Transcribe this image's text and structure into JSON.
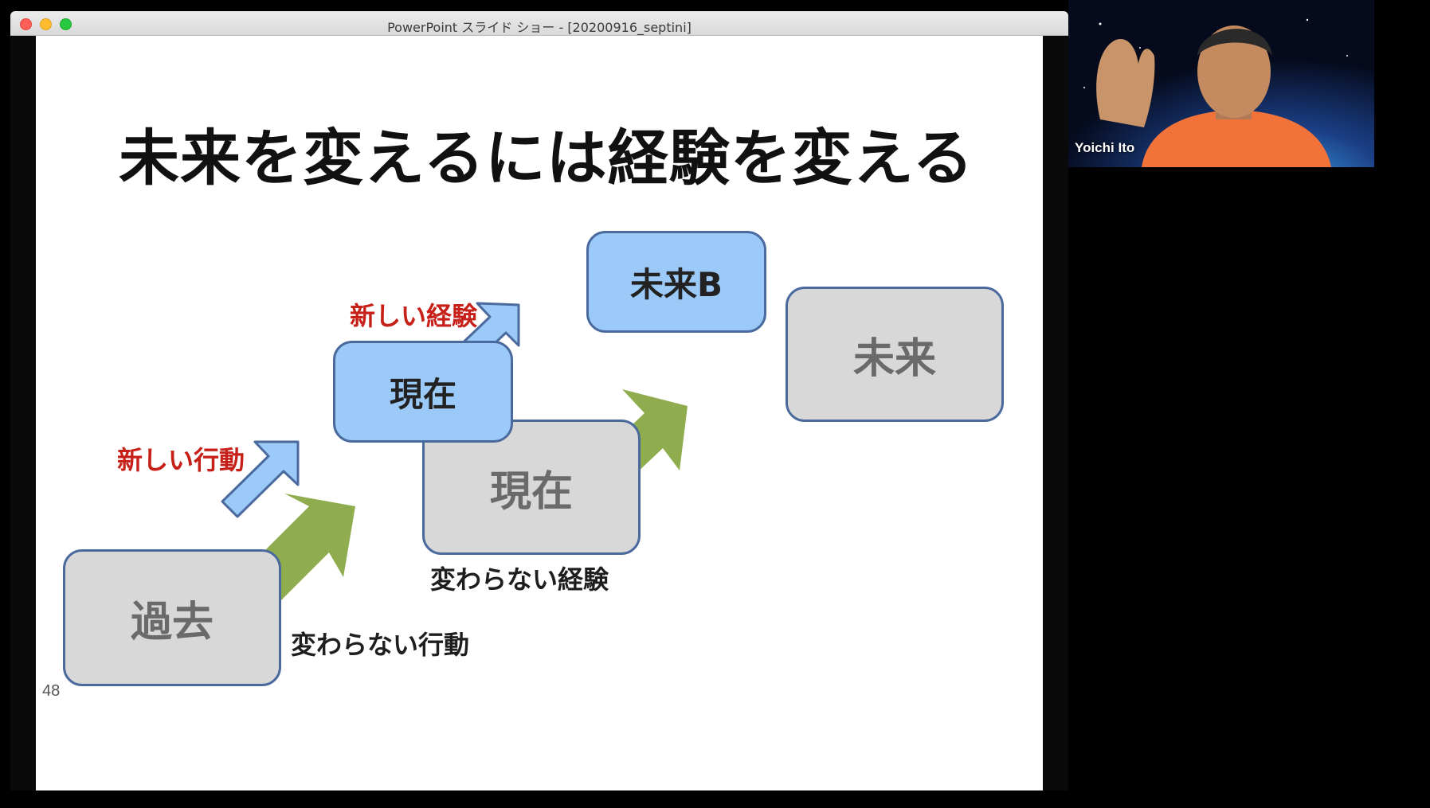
{
  "window": {
    "title": "PowerPoint スライド ショー - [20200916_septini]"
  },
  "slide": {
    "title": "未来を変えるには経験を変える",
    "page_number": "48",
    "boxes": {
      "past": "過去",
      "present_gray": "現在",
      "present_blue": "現在",
      "future_b": "未来B",
      "future": "未来"
    },
    "labels": {
      "new_action": "新しい行動",
      "new_experience": "新しい経験",
      "unchanged_action": "変わらない行動",
      "unchanged_experience": "変わらない経験"
    }
  },
  "video": {
    "participant_name": "Yoichi Ito"
  },
  "colors": {
    "gray_box": "#d8d8d8",
    "blue_box": "#9ccaf8",
    "box_border": "#4a6a9e",
    "green_arrow": "#8fad4e",
    "blue_arrow": "#9ccaf8",
    "red_label": "#c62018"
  }
}
